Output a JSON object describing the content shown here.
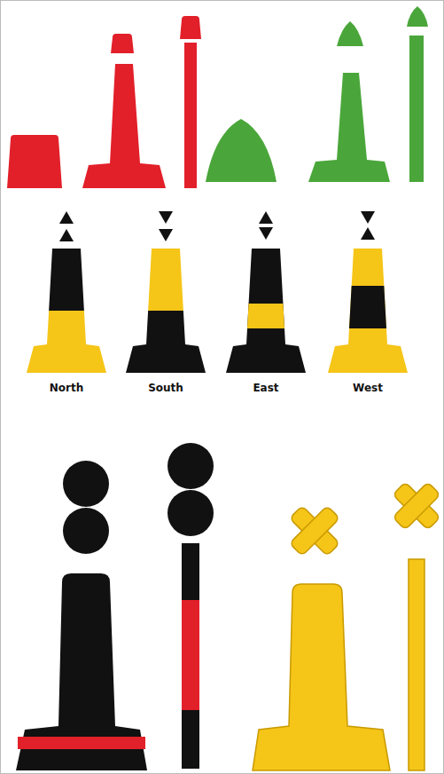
{
  "diagram": {
    "labels": [
      "North",
      "South",
      "East",
      "West"
    ]
  }
}
